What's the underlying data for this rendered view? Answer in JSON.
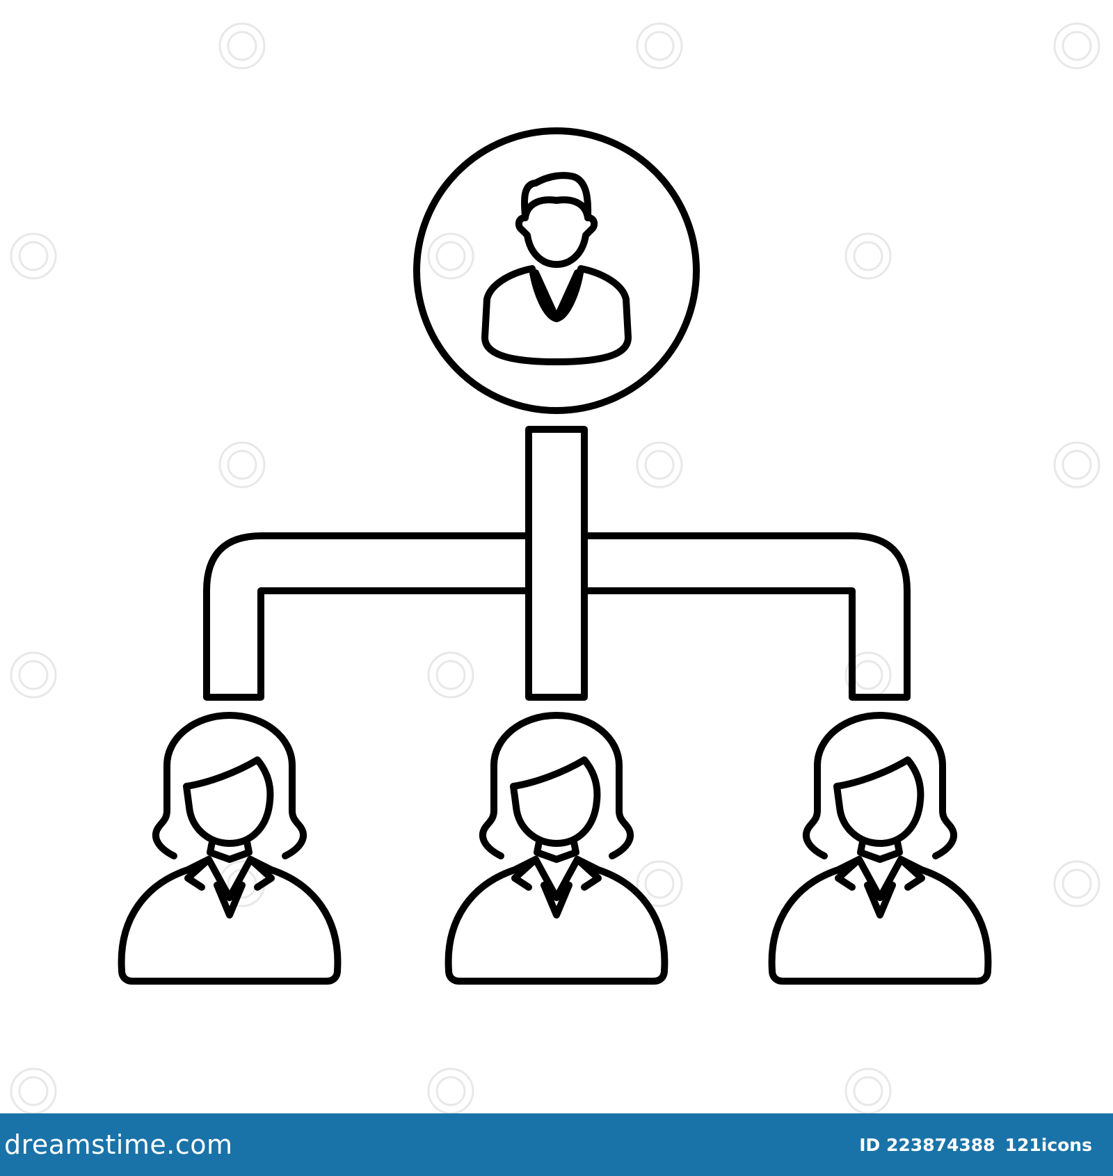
{
  "footer": {
    "logo_text": "dreamstime.com",
    "image_id": "ID 223874388",
    "author": "121icons",
    "background_color": "#1a73a8",
    "text_color": "#ffffff"
  },
  "illustration": {
    "icon": "org-chart-icon",
    "line_color": "#000000",
    "background_color": "#ffffff",
    "nodes": {
      "top": "male-user-icon",
      "children": [
        "female-user-icon",
        "female-user-icon",
        "female-user-icon"
      ]
    }
  }
}
